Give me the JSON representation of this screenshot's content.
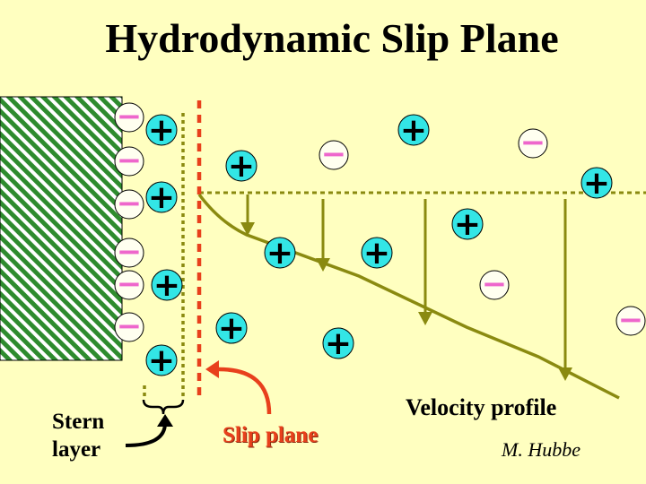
{
  "title": "Hydrodynamic Slip Plane",
  "labels": {
    "stern_line1": "Stern",
    "stern_line2": "layer",
    "slip_plane": "Slip plane",
    "velocity_profile": "Velocity profile",
    "author": "M. Hubbe"
  },
  "symbols": {
    "plus": "+",
    "minus": "−"
  },
  "colors": {
    "background": "#FFFFC0",
    "wall_hatch": "#2E8B2E",
    "cation_fill": "#33E6E6",
    "anion_fill": "#FFFFF0",
    "anion_sign": "#EE66CC",
    "olive": "#8A8A10",
    "slip_red": "#E8401C"
  }
}
